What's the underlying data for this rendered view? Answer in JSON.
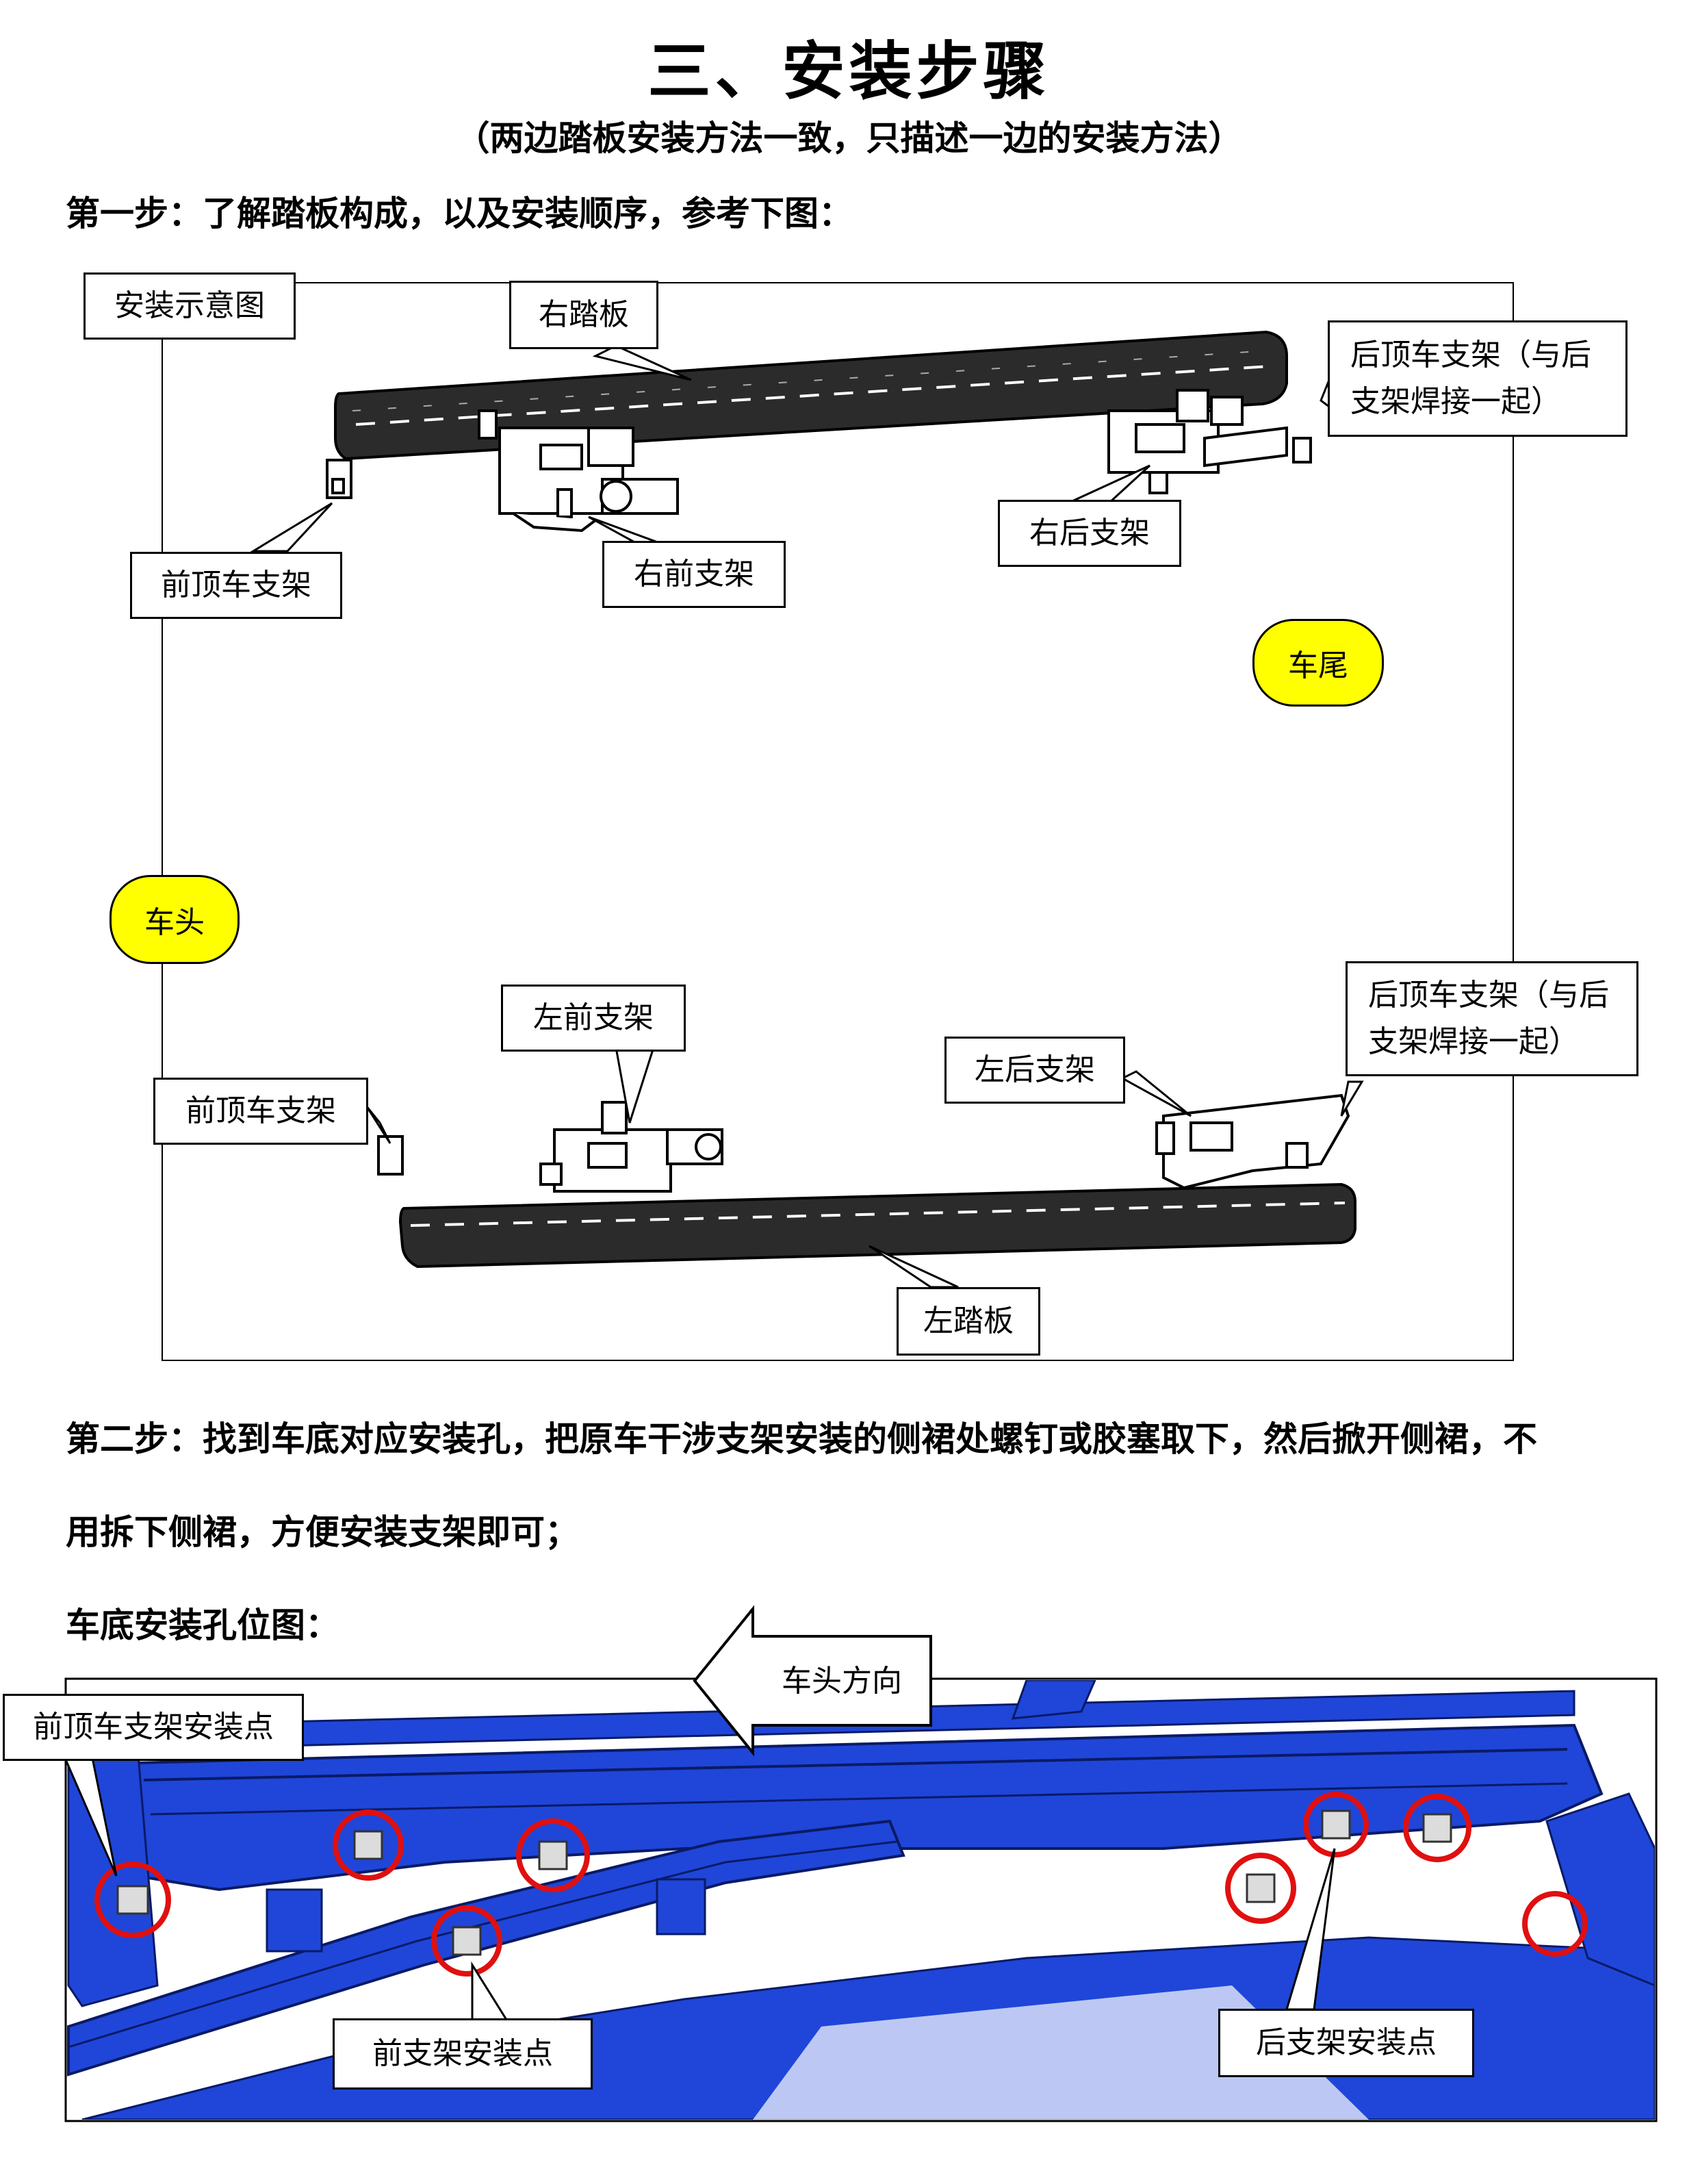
{
  "title": "三、安装步骤",
  "subtitle": "（两边踏板安装方法一致，只描述一边的安装方法）",
  "step1": {
    "text": "第一步：了解踏板构成，以及安装顺序，参考下图：",
    "diagram": {
      "caption": "安装示意图",
      "labels": {
        "right_board": "右踏板",
        "rear_roof_bracket_right_line1": "后顶车支架（与后",
        "rear_roof_bracket_right_line2": "支架焊接一起）",
        "front_roof_bracket_right": "前顶车支架",
        "right_front_bracket": "右前支架",
        "right_rear_bracket": "右后支架",
        "rear": "车尾",
        "front": "车头",
        "left_front_bracket": "左前支架",
        "rear_roof_bracket_left_line1": "后顶车支架（与后",
        "rear_roof_bracket_left_line2": "支架焊接一起）",
        "left_rear_bracket": "左后支架",
        "front_roof_bracket_left": "前顶车支架",
        "left_board": "左踏板"
      }
    }
  },
  "step2": {
    "line1": "第二步：找到车底对应安装孔，把原车干涉支架安装的侧裙处螺钉或胶塞取下，然后掀开侧裙，不",
    "line2": "用拆下侧裙，方便安装支架即可；"
  },
  "underbody": {
    "heading": "车底安装孔位图：",
    "direction": "车头方向",
    "front_roof_point": "前顶车支架安装点",
    "front_point": "前支架安装点",
    "rear_point": "后支架安装点"
  },
  "colors": {
    "highlight": "#ffff00",
    "body_blue": "#1f46d8",
    "marker_red": "#e01010"
  }
}
